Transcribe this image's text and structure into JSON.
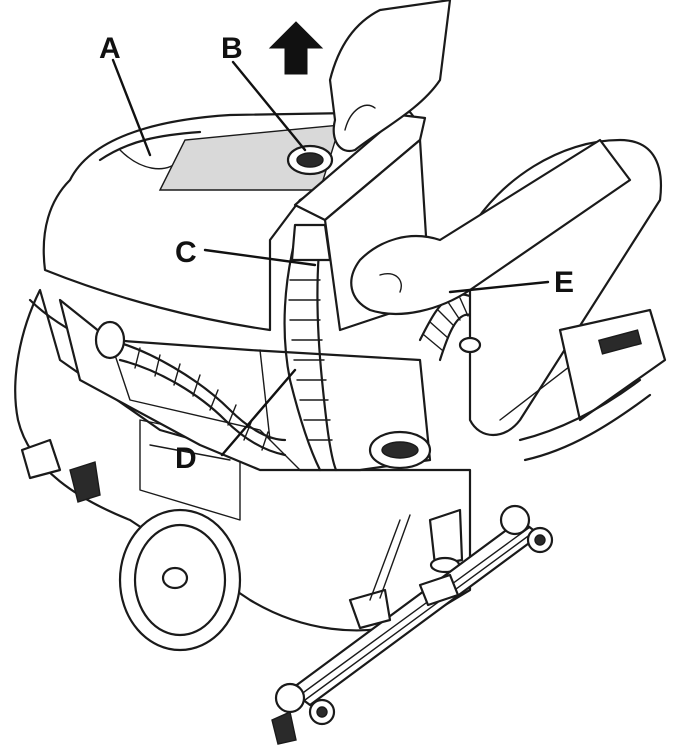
{
  "callouts": {
    "a": "A",
    "b": "B",
    "c": "C",
    "d": "D",
    "e": "E"
  },
  "icons": {
    "direction_arrow": "up-arrow-icon"
  },
  "colors": {
    "line": "#1a1a1a",
    "background": "#ffffff"
  }
}
